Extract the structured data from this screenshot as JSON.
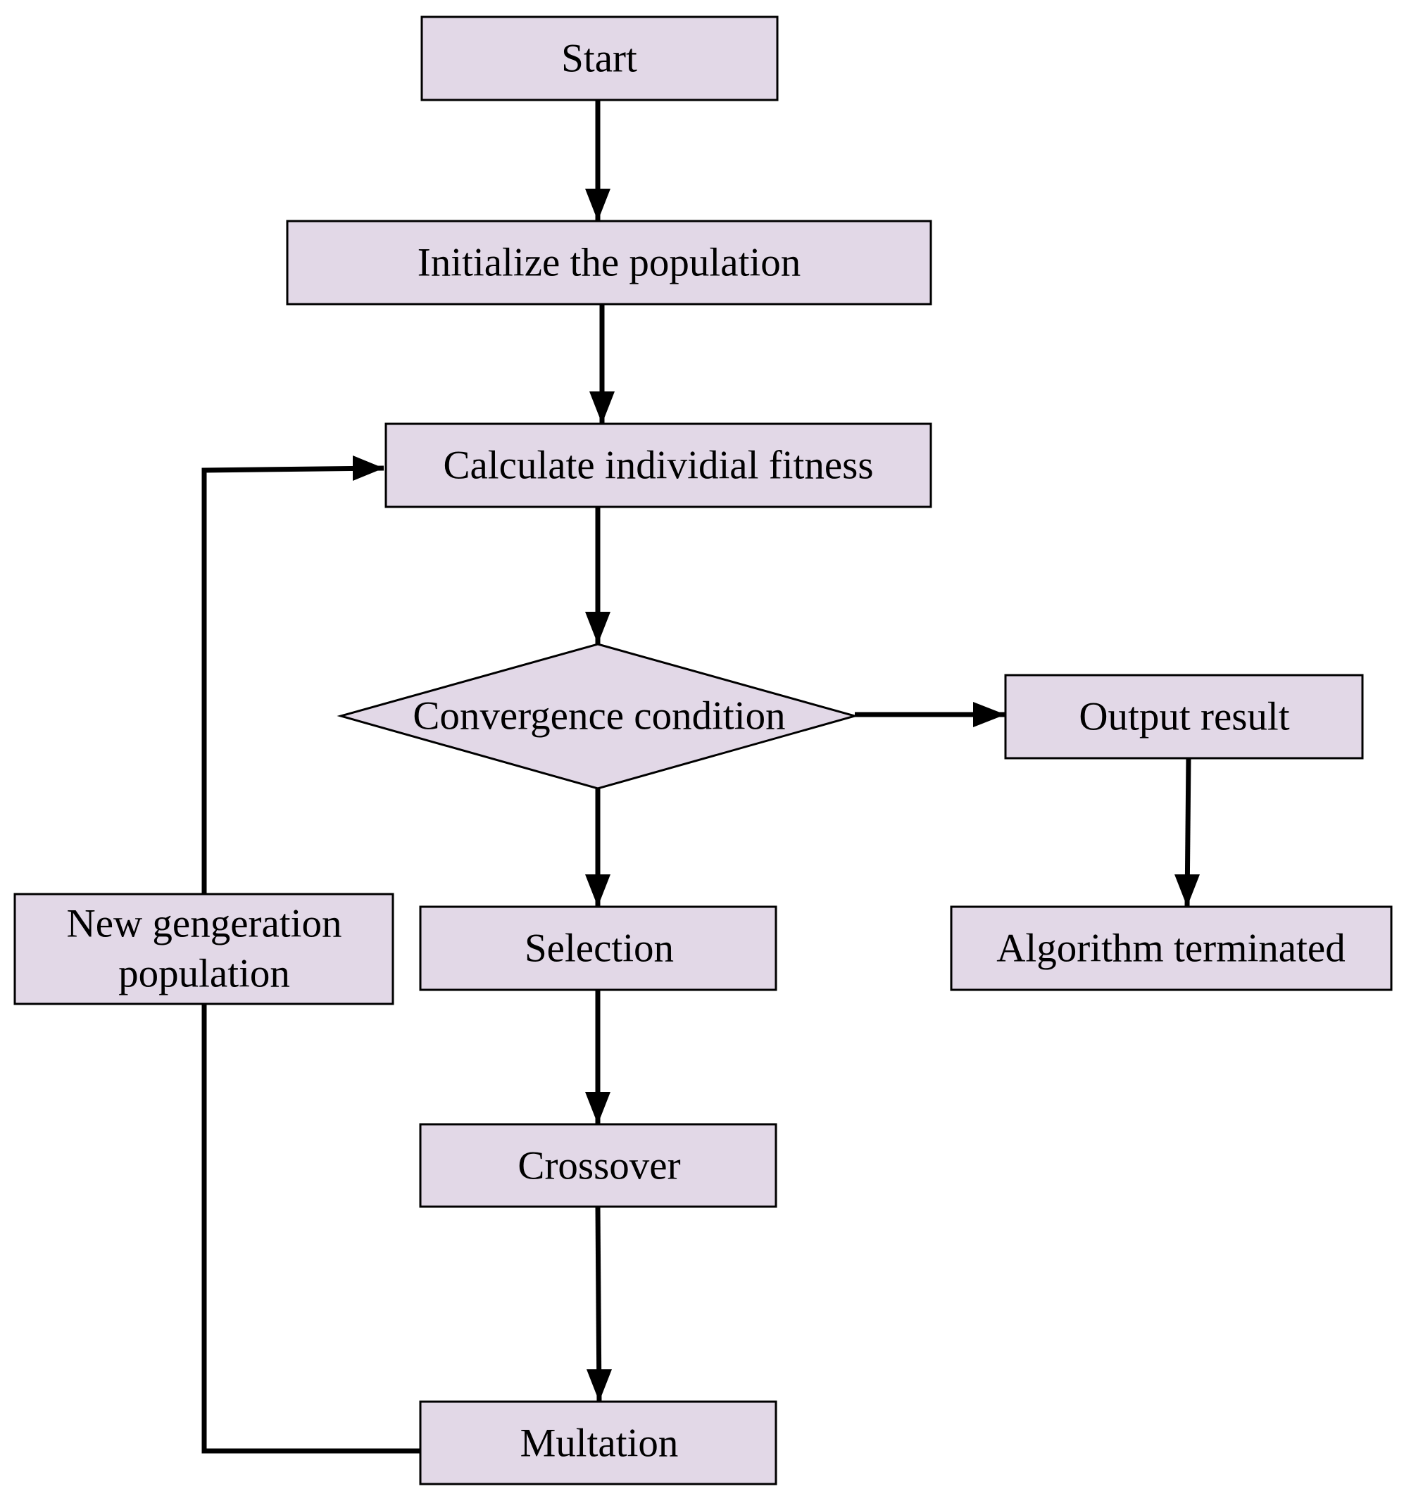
{
  "colors": {
    "node_fill": "#e2d8e7",
    "stroke": "#000000",
    "background": "#ffffff"
  },
  "nodes": {
    "start": "Start",
    "init": "Initialize the population",
    "fitness": "Calculate individial fitness",
    "convergence": "Convergence condition",
    "output": "Output result",
    "terminated": "Algorithm terminated",
    "new_generation_line1": "New gengeration",
    "new_generation_line2": "population",
    "selection": "Selection",
    "crossover": "Crossover",
    "mutation": "Multation"
  },
  "edges": [
    {
      "from": "start",
      "to": "init"
    },
    {
      "from": "init",
      "to": "fitness"
    },
    {
      "from": "fitness",
      "to": "convergence"
    },
    {
      "from": "convergence",
      "to": "output"
    },
    {
      "from": "output",
      "to": "terminated"
    },
    {
      "from": "convergence",
      "to": "selection"
    },
    {
      "from": "selection",
      "to": "crossover"
    },
    {
      "from": "crossover",
      "to": "mutation"
    },
    {
      "from": "mutation",
      "to": "new_generation"
    },
    {
      "from": "new_generation",
      "to": "fitness"
    }
  ]
}
